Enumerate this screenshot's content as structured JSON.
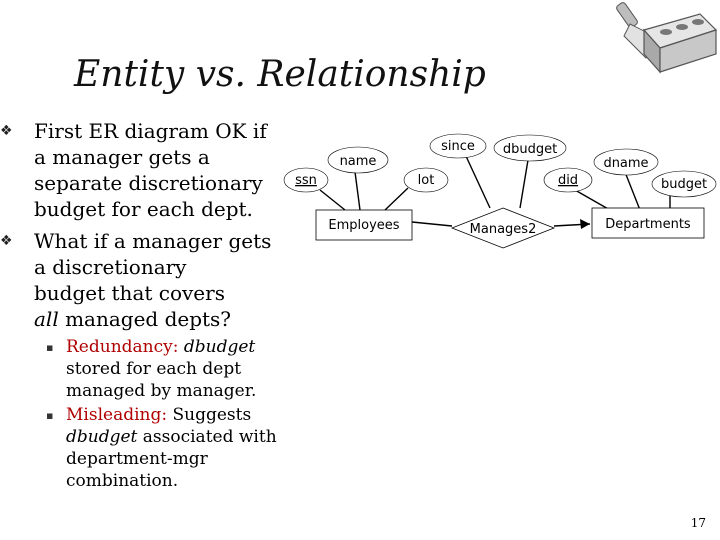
{
  "slide": {
    "title": "Entity vs. Relationship",
    "page_number": "17",
    "bullets": [
      {
        "lines": [
          "First ER diagram OK if",
          "a manager gets a",
          "separate discretionary",
          "budget for each dept."
        ]
      },
      {
        "lines_plain": [
          "What if a manager gets",
          "a discretionary",
          "budget that covers"
        ],
        "last_italic": "all",
        "last_rest": " managed depts?"
      }
    ],
    "sub_bullets": [
      {
        "label": "Redundancy:",
        "term": "dbudget",
        "line1_rest": "",
        "line2": "stored for each dept",
        "line3": "managed by manager."
      },
      {
        "label": "Misleading:",
        "line1_rest": " Suggests",
        "term": "dbudget",
        "line2_rest": " associated with",
        "line3": "department-mgr",
        "line4": "combination."
      }
    ]
  },
  "diagram": {
    "attributes": {
      "ssn": "ssn",
      "name": "name",
      "lot": "lot",
      "since": "since",
      "dbudget": "dbudget",
      "did": "did",
      "dname": "dname",
      "budget": "budget"
    },
    "entities": {
      "employees": "Employees",
      "departments": "Departments"
    },
    "relationships": {
      "manages2": "Manages2"
    }
  },
  "icons": {
    "corner": "trowel-and-brick-icon"
  }
}
